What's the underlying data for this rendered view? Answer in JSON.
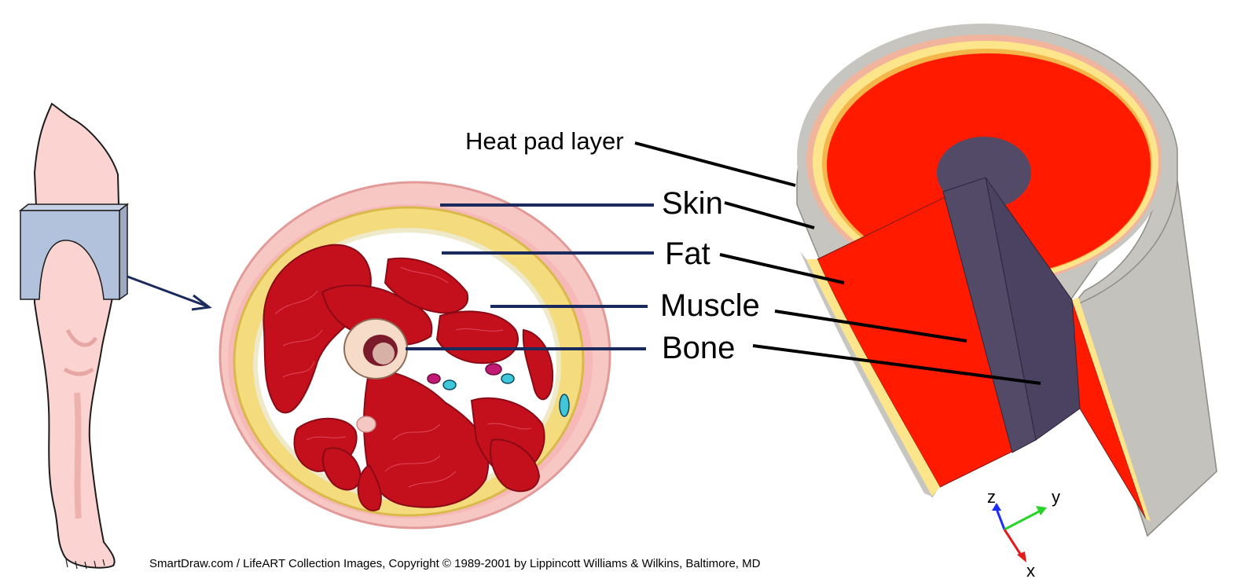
{
  "labels": {
    "heat_pad_layer": "Heat pad layer",
    "skin": "Skin",
    "fat": "Fat",
    "muscle": "Muscle",
    "bone": "Bone"
  },
  "axes": {
    "z": "z",
    "y": "y",
    "x": "x"
  },
  "credit": "SmartDraw.com / LifeART Collection Images, Copyright © 1989-2001 by Lippincott Williams & Wilkins, Baltimore, MD",
  "colors": {
    "skin_pink": "#f7c7c4",
    "fat_yellow": "#f4dc7e",
    "muscle_red": "#c4101c",
    "muscle_model_red": "#ff1a00",
    "bone_model": "#534a68",
    "heat_pad_gray": "#c9c7c2",
    "pointer_blue": "#1a2a5c",
    "pad_blue": "#b3c2dc"
  }
}
